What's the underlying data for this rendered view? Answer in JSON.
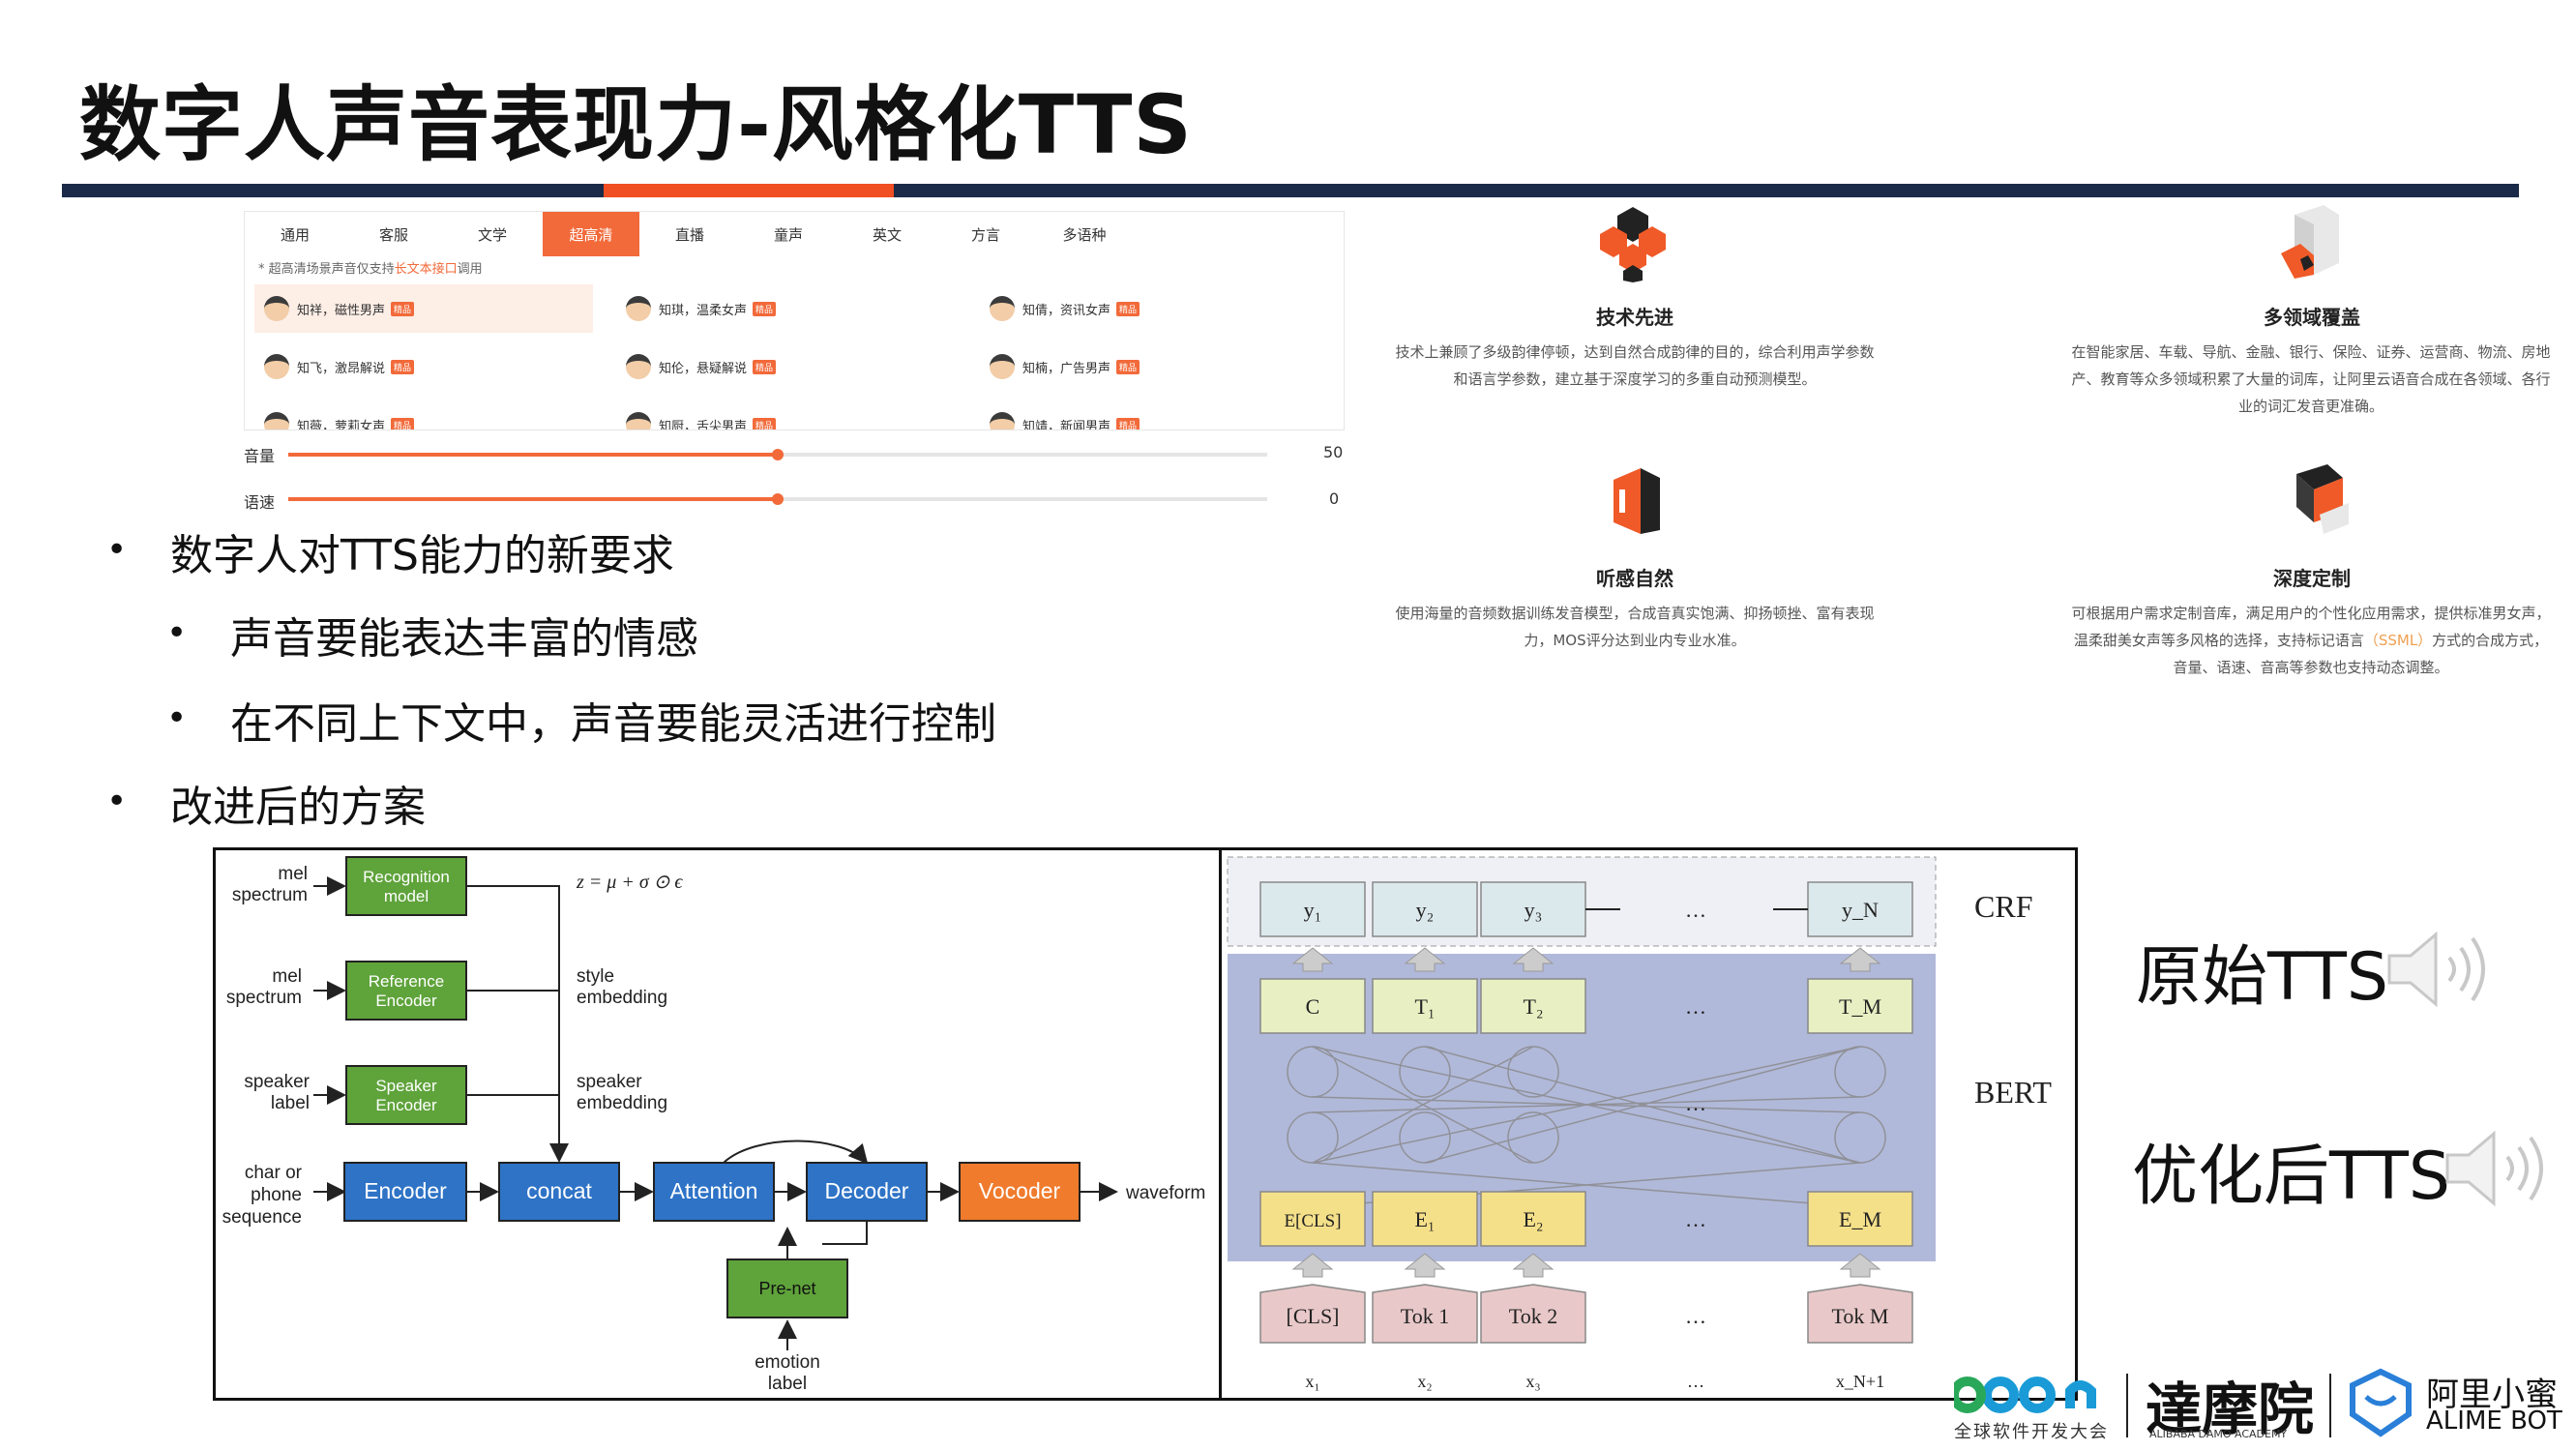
{
  "slide": {
    "title": "数字人声音表现力-风格化TTS"
  },
  "tts_panel": {
    "tabs": [
      "通用",
      "客服",
      "文学",
      "超高清",
      "直播",
      "童声",
      "英文",
      "方言",
      "多语种"
    ],
    "active_tab": "超高清",
    "note_prefix": "* 超高清场景声音仅支持",
    "note_link": "长文本接口",
    "note_suffix": "调用",
    "tag_label": "精品",
    "voices": [
      "知祥，磁性男声",
      "知琪，温柔女声",
      "知倩，资讯女声",
      "知飞，激昂解说",
      "知伦，悬疑解说",
      "知楠，广告男声",
      "知薇，萝莉女声",
      "知厨，舌尖男声",
      "知靖，新闻男声"
    ],
    "sliders": [
      {
        "label": "音量",
        "value": "50",
        "level": 0.5
      },
      {
        "label": "语速",
        "value": "0",
        "level": 0.5
      }
    ]
  },
  "bullets": {
    "b1": "数字人对TTS能力的新要求",
    "b1_1": "声音要能表达丰富的情感",
    "b1_2": "在不同上下文中，声音要能灵活进行控制",
    "b2": "改进后的方案"
  },
  "features": [
    {
      "title": "技术先进",
      "desc": [
        "技术上兼顾了多级韵律停顿，达到自然合成韵律的目的，综合利用声学参数",
        "和语言学参数，建立基于深度学习的多重自动预测模型。"
      ]
    },
    {
      "title": "多领域覆盖",
      "desc": [
        "在智能家居、车载、导航、金融、银行、保险、证券、运营商、物流、房地",
        "产、教育等众多领域积累了大量的词库，让阿里云语音合成在各领域、各行",
        "业的词汇发音更准确。"
      ]
    },
    {
      "title": "听感自然",
      "desc": [
        "使用海量的音频数据训练发音模型，合成音真实饱满、抑扬顿挫、富有表现",
        "力，MOS评分达到业内专业水准。"
      ]
    },
    {
      "title": "深度定制",
      "desc": [
        "可根据用户需求定制音库，满足用户的个性化应用需求，提供标准男女声，",
        "温柔甜美女声等多风格的选择，支持标记语言",
        "（SSML）",
        "方式的合成方式，",
        "音量、语速、音高等参数也支持动态调整。"
      ]
    }
  ],
  "left_diagram": {
    "inputs": [
      "mel",
      "spectrum",
      "mel",
      "spectrum",
      "speaker",
      "label",
      "char or",
      "phone",
      "sequence"
    ],
    "boxes": {
      "recognition": [
        "Recognition",
        "model"
      ],
      "reference": [
        "Reference",
        "Encoder"
      ],
      "speaker": [
        "Speaker",
        "Encoder"
      ],
      "encoder": "Encoder",
      "concat": "concat",
      "attention": "Attention",
      "decoder": "Decoder",
      "vocoder": "Vocoder",
      "prenet": "Pre-net"
    },
    "equation": "z = μ + σ ⊙ ϵ",
    "labels": [
      "style",
      "embedding",
      "speaker",
      "embedding",
      "waveform",
      "emotion",
      "label"
    ],
    "colors": {
      "green": "#5fa33b",
      "blue": "#2e73c6",
      "orange": "#f07b2c"
    }
  },
  "right_diagram": {
    "section_labels": [
      "CRF",
      "BERT"
    ],
    "y_row": [
      "y₁",
      "y₂",
      "y₃",
      "…",
      "y_N"
    ],
    "t_row": [
      "C",
      "T₁",
      "T₂",
      "…",
      "T_M"
    ],
    "e_row": [
      "E[CLS]",
      "E₁",
      "E₂",
      "…",
      "E_M"
    ],
    "tok_row": [
      "[CLS]",
      "Tok 1",
      "Tok 2",
      "…",
      "Tok M"
    ],
    "x_row": [
      "x₁",
      "x₂",
      "x₃",
      "…",
      "x_N+1"
    ],
    "colors": {
      "bert_bg": "#b1b9da",
      "crf_bg": "#eef0f6"
    }
  },
  "comparison": {
    "original": "原始TTS",
    "optimized": "优化后TTS"
  },
  "footer": {
    "qcon_sub": "全球软件开发大会",
    "damo": "達摩院",
    "damo_sub": "ALIBABA DAMO ACADEMY",
    "alime_cn": "阿里小蜜",
    "alime_en": "ALIME BOT"
  }
}
